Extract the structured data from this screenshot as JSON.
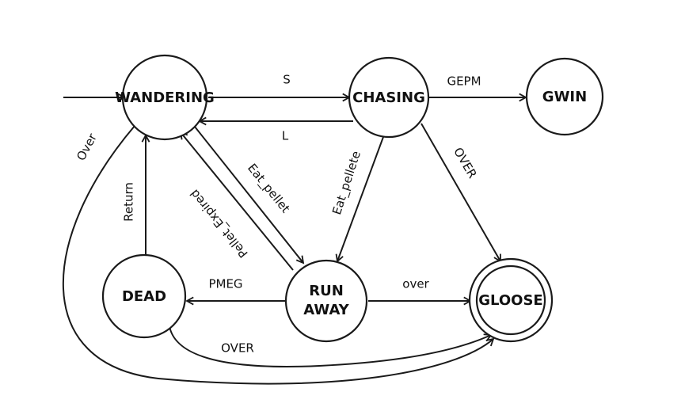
{
  "states": {
    "wandering": "WANDERING",
    "chasing": "CHASING",
    "gwin": "GWIN",
    "dead": "DEAD",
    "run_away_line1": "RUN",
    "run_away_line2": "AWAY",
    "gloose": "GLOOSE"
  },
  "transitions": {
    "wandering_to_chasing": "S",
    "chasing_to_wandering": "L",
    "chasing_to_gwin": "GEPM",
    "chasing_to_gloose": "OVER",
    "chasing_to_run_away": "Eat_pellete",
    "wandering_to_run_away": "Eat_pellet",
    "run_away_to_wandering": "Pellet_Expired",
    "run_away_to_dead": "PMEG",
    "run_away_to_gloose": "over",
    "dead_to_wandering": "Return",
    "dead_to_gloose": "OVER",
    "wandering_to_gloose": "Over"
  },
  "colors": {
    "stroke": "#1a1a1a",
    "background": "#ffffff"
  }
}
